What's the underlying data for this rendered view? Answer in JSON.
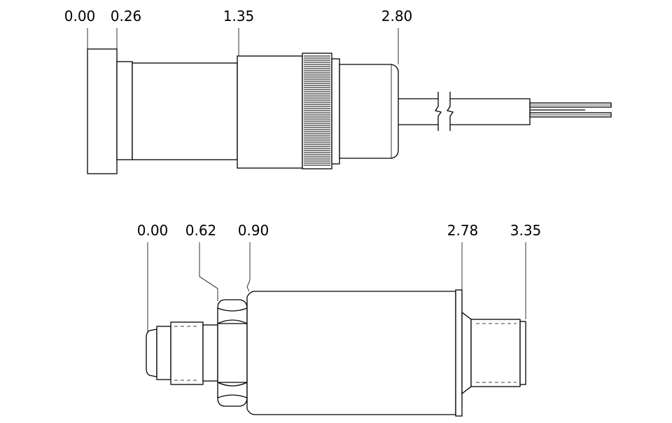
{
  "top_view": {
    "dimension_labels": [
      "0.00",
      "0.26",
      "1.35",
      "2.80"
    ]
  },
  "bottom_view": {
    "dimension_labels": [
      "0.00",
      "0.62",
      "0.90",
      "2.78",
      "3.35"
    ]
  }
}
